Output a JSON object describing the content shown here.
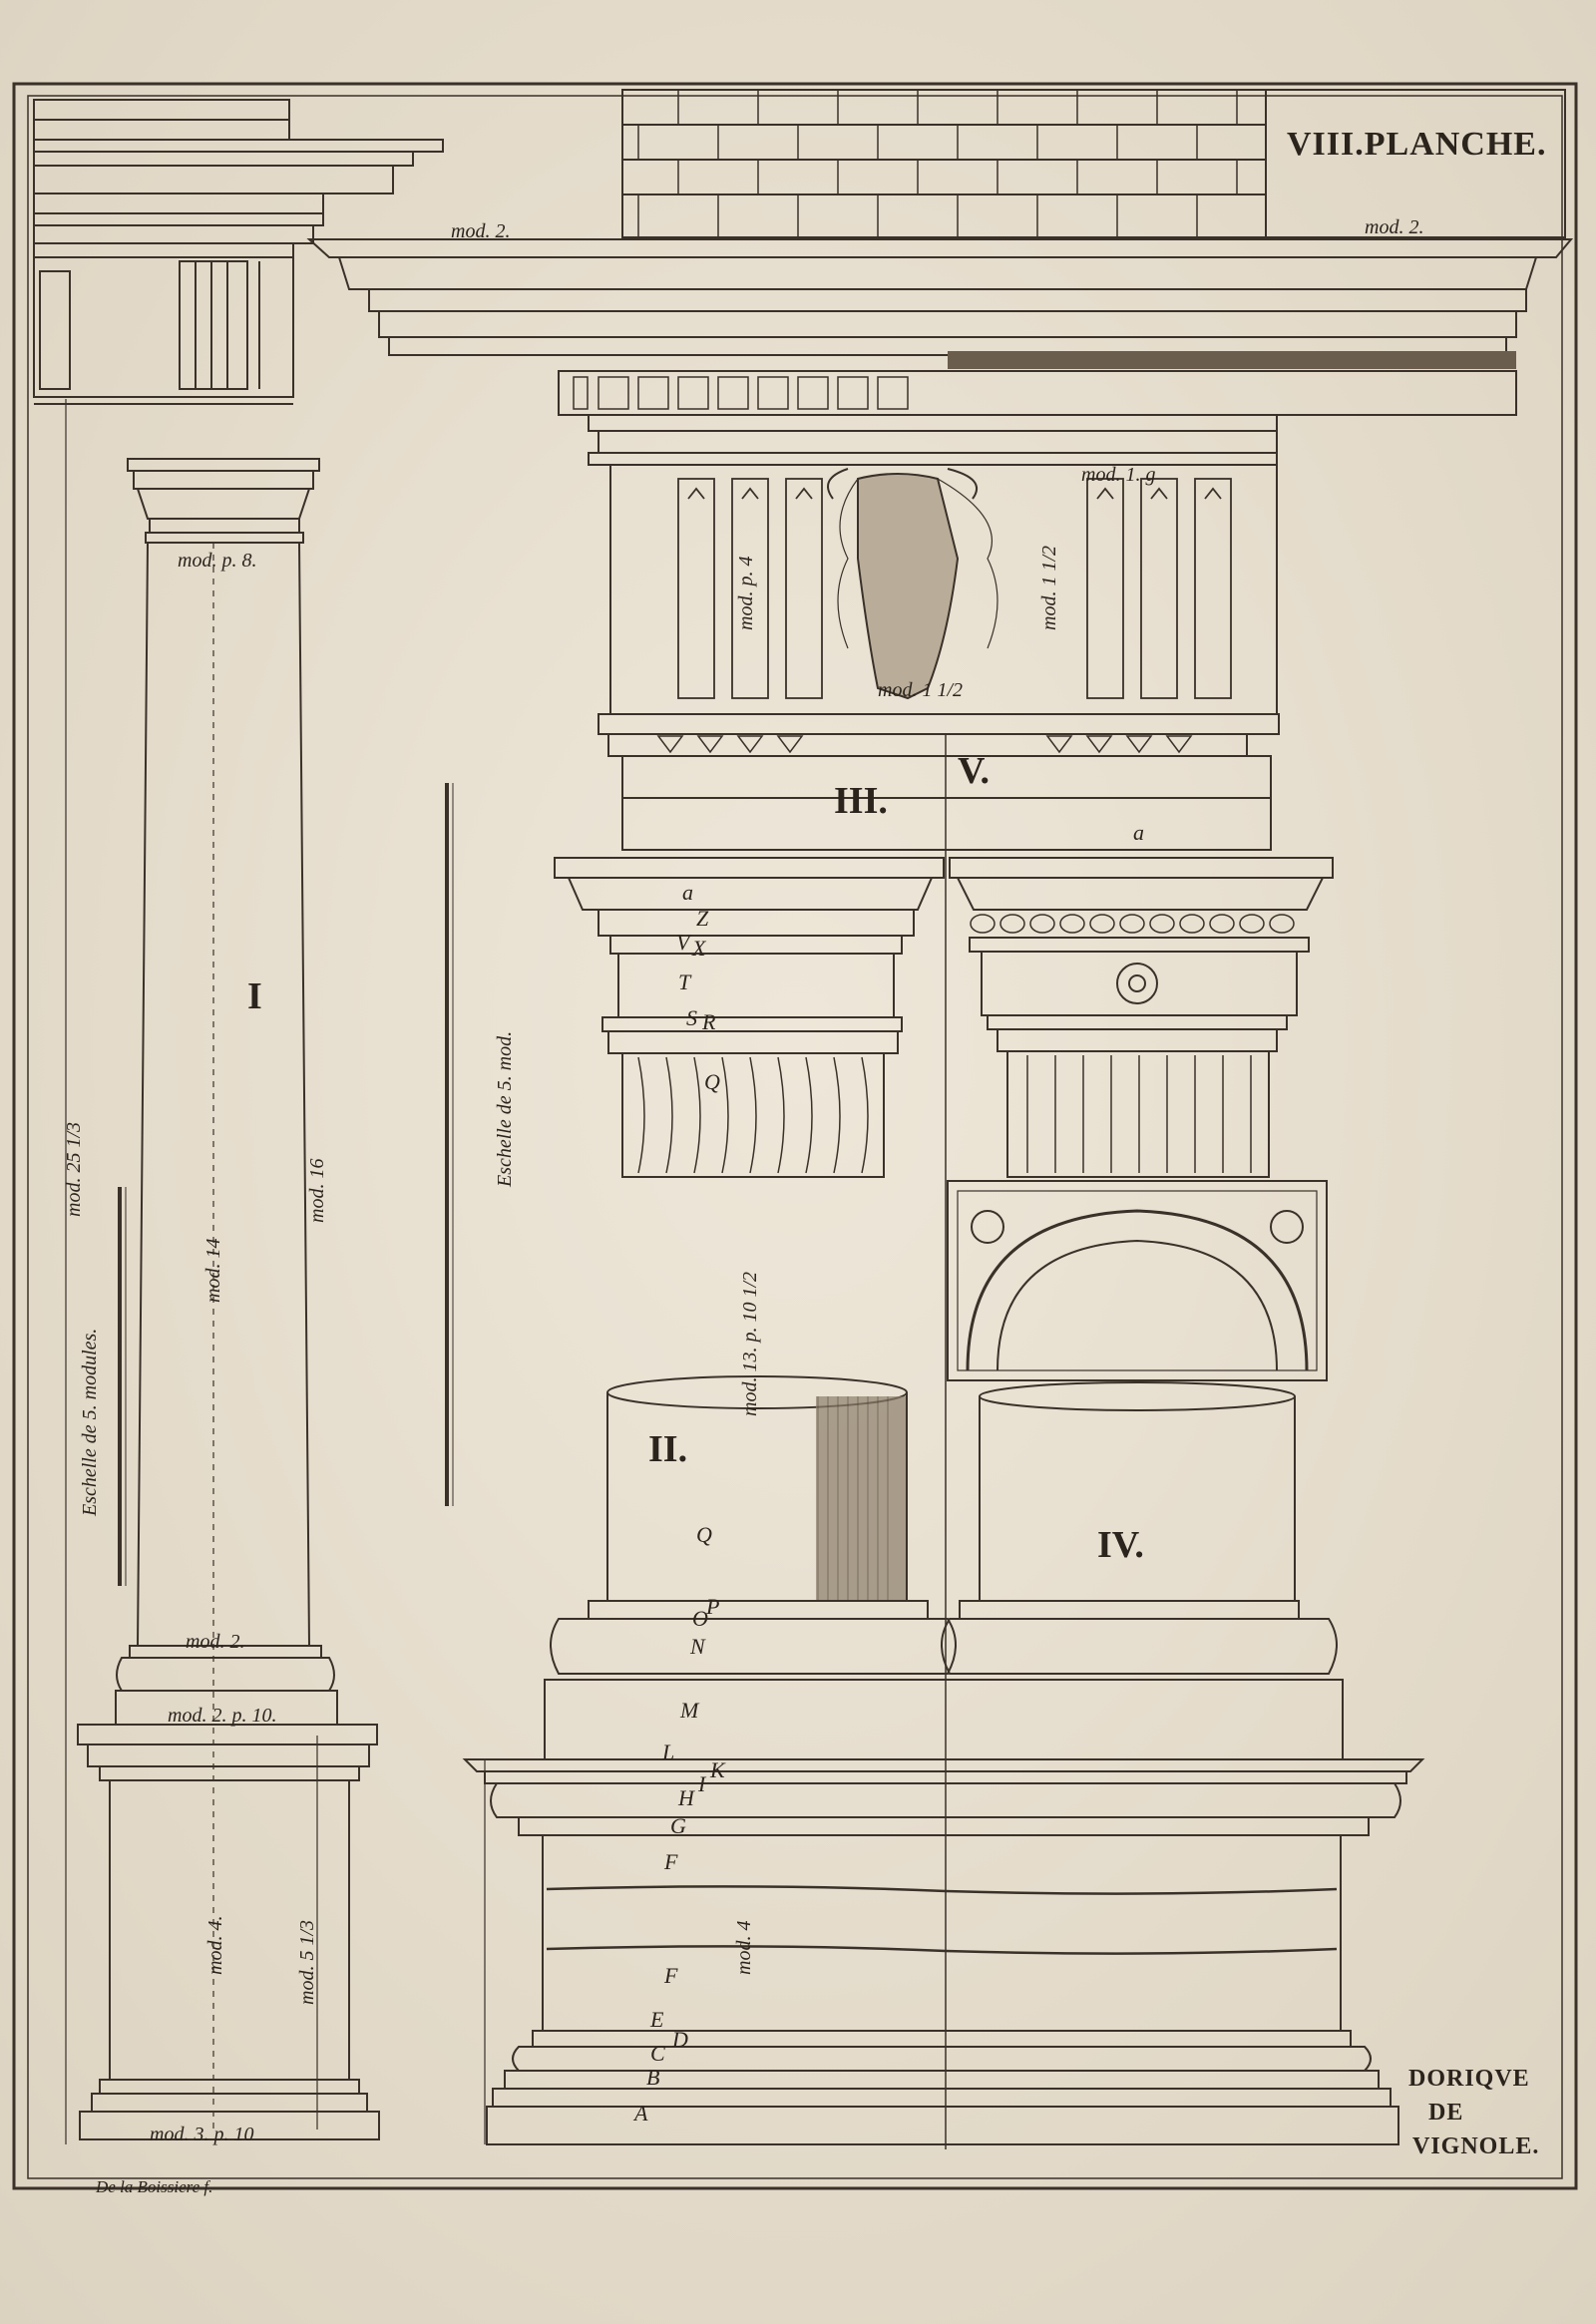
{
  "plate_title": "VIII.PLANCHE.",
  "order_title": [
    "DORIQVE",
    "DE",
    "VIGNOLE."
  ],
  "engraver": "De la Boissiere f.",
  "figure_numbers": [
    "I",
    "II.",
    "III.",
    "IV.",
    "V."
  ],
  "scale_labels": {
    "left": "Eschelle de 5. modules.",
    "right": "Eschelle de 5. mod."
  },
  "column_dims": [
    "mod. 25 1/3",
    "mod. 14",
    "mod. 16",
    "mod. p. 8.",
    "mod. 2.",
    "mod. 2. p. 10.",
    "mod. 4.",
    "mod. 5 1/3",
    "mod. 3. p. 10"
  ],
  "entablature_dims": [
    "mod. 2.",
    "mod. 2.",
    "mod. 1. g",
    "mod. 1 1/2",
    "mod. 1 1/2",
    "mod. p. 4",
    "mod. 13. p. 10 1/2",
    "mod. 4"
  ],
  "pedestal_letters": [
    "A",
    "B",
    "C",
    "D",
    "E",
    "F",
    "F",
    "G",
    "H",
    "I",
    "K",
    "L",
    "M",
    "N",
    "O",
    "P",
    "Q",
    "Q",
    "R",
    "S",
    "T",
    "V",
    "X",
    "Z",
    "a",
    "a"
  ],
  "colors": {
    "paper": "#e9e1d2",
    "ink": "#2b241d"
  }
}
